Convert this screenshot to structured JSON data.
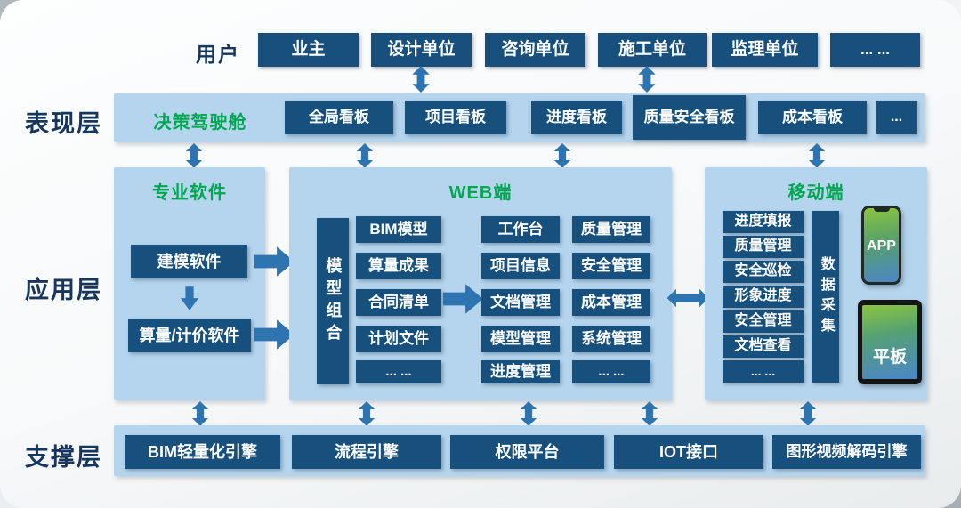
{
  "users": {
    "label": "用户",
    "items": [
      "业主",
      "设计单位",
      "咨询单位",
      "施工单位",
      "监理单位",
      "... ..."
    ]
  },
  "presentation": {
    "label": "表现层",
    "cockpit": "决策驾驶舱",
    "boards": [
      "全局看板",
      "项目看板",
      "进度看板",
      "质量安全看板",
      "成本看板",
      "..."
    ]
  },
  "application": {
    "label": "应用层",
    "professional": {
      "title": "专业软件",
      "modeling": "建模软件",
      "costing": "算量/计价软件"
    },
    "web": {
      "title": "WEB端",
      "model_combination": "模型组合",
      "sources": [
        "BIM模型",
        "算量成果",
        "合同清单",
        "计划文件",
        "... ..."
      ],
      "modules_left": [
        "工作台",
        "项目信息",
        "文档管理",
        "模型管理",
        "进度管理"
      ],
      "modules_right": [
        "质量管理",
        "安全管理",
        "成本管理",
        "系统管理",
        "... ..."
      ]
    },
    "mobile": {
      "title": "移动端",
      "functions": [
        "进度填报",
        "质量管理",
        "安全巡检",
        "形象进度",
        "安全管理",
        "文档查看",
        "... ..."
      ],
      "data_collection": "数据采集",
      "phone_label": "APP",
      "tablet_label": "平板"
    }
  },
  "support": {
    "label": "支撑层",
    "items": [
      "BIM轻量化引擎",
      "流程引擎",
      "权限平台",
      "IOT接口",
      "图形视频解码引擎"
    ]
  },
  "colors": {
    "navy_box": "#17507D",
    "panel_light_blue": "#B5D5EE",
    "arrow_blue": "#2E74B0",
    "accent_green": "#00A651",
    "label_text": "#17365D"
  }
}
